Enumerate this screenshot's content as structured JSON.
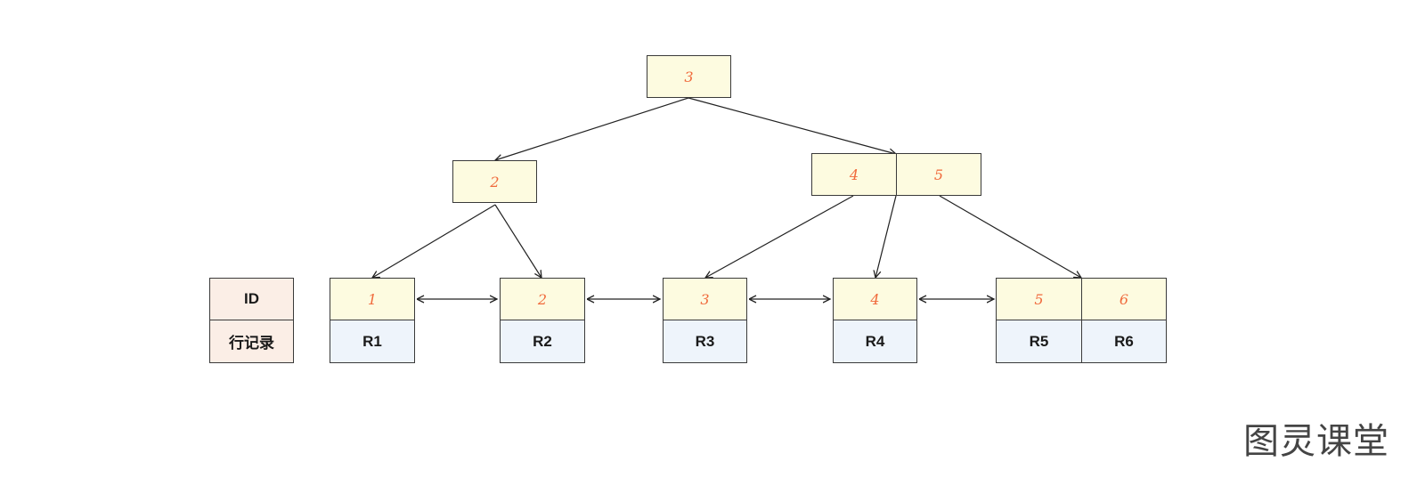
{
  "tree": {
    "root": [
      "3"
    ],
    "level2_left": [
      "2"
    ],
    "level2_right": [
      "4",
      "5"
    ],
    "leaves": [
      {
        "keys": [
          "1"
        ],
        "records": [
          "R1"
        ]
      },
      {
        "keys": [
          "2"
        ],
        "records": [
          "R2"
        ]
      },
      {
        "keys": [
          "3"
        ],
        "records": [
          "R3"
        ]
      },
      {
        "keys": [
          "4"
        ],
        "records": [
          "R4"
        ]
      },
      {
        "keys": [
          "5",
          "6"
        ],
        "records": [
          "R5",
          "R6"
        ]
      }
    ]
  },
  "legend": {
    "id_label": "ID",
    "record_label": "行记录"
  },
  "watermark": "图灵课堂",
  "colors": {
    "key_fill": "#fdfbe0",
    "key_text": "#f06a3c",
    "record_fill": "#eef4fb",
    "legend_fill": "#fbeee6",
    "stroke": "#3a3a3a"
  }
}
